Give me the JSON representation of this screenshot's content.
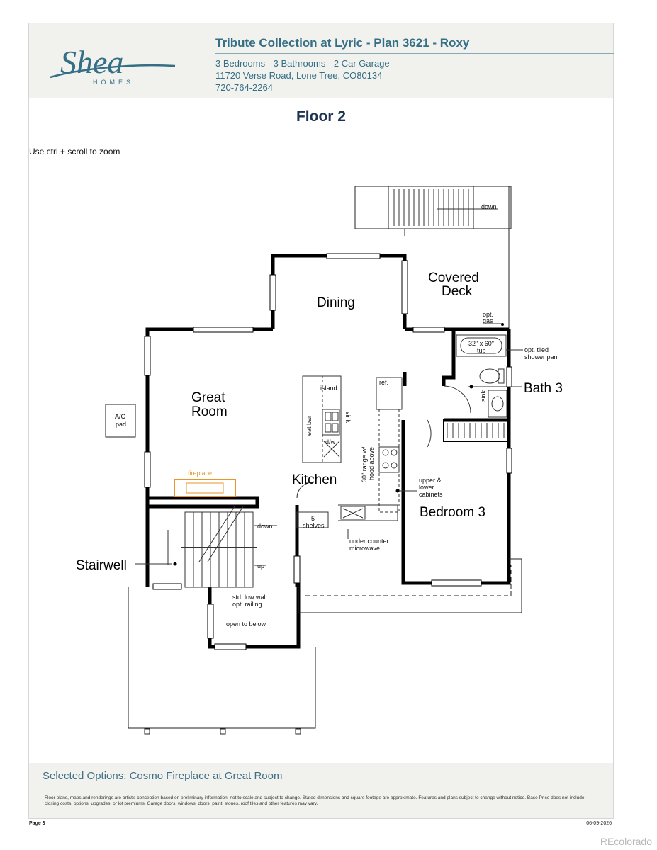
{
  "header": {
    "logo": {
      "word": "Shea",
      "sub": "HOMES"
    },
    "title": "Tribute Collection at Lyric - Plan 3621 - Roxy",
    "specs": "3 Bedrooms - 3 Bathrooms - 2 Car Garage",
    "address": "11720 Verse Road, Lone Tree, CO80134",
    "phone": "720-764-2264"
  },
  "floor_title": "Floor 2",
  "zoom_hint": "Use ctrl + scroll to zoom",
  "plan": {
    "rooms": {
      "dining": "Dining",
      "covered_deck_1": "Covered",
      "covered_deck_2": "Deck",
      "great_room_1": "Great",
      "great_room_2": "Room",
      "kitchen": "Kitchen",
      "bath3": "Bath 3",
      "bedroom3": "Bedroom 3",
      "stairwell": "Stairwell"
    },
    "labels": {
      "down_deck": "down",
      "opt_gas_1": "opt.",
      "opt_gas_2": "gas",
      "tub_1": "32\" x 60\"",
      "tub_2": "tub",
      "shower_pan_1": "opt. tiled",
      "shower_pan_2": "shower pan",
      "ac_pad_1": "A/C",
      "ac_pad_2": "pad",
      "island": "island",
      "eat_bar": "eat bar",
      "sink_island": "sink",
      "dw": "d/w",
      "ref": "ref.",
      "range_1": "30\" range w/",
      "range_2": "hood above",
      "sink_bath": "sink",
      "upper_cab_1": "upper &",
      "upper_cab_2": "lower",
      "upper_cab_3": "cabinets",
      "fireplace": "fireplace",
      "shelves_1": "5",
      "shelves_2": "shelves",
      "microwave_1": "under counter",
      "microwave_2": "microwave",
      "stair_down": "down",
      "stair_up": "up",
      "low_wall_1": "std. low wall",
      "low_wall_2": "opt. railing",
      "open_below": "open to below"
    }
  },
  "footer": {
    "selected_options": "Selected Options: Cosmo Fireplace at Great Room",
    "disclaimer": "Floor plans, maps and renderings are artist's conception based on preliminary information, not to scale and subject to change. Stated dimensions and square footage are approximate. Features and plans subject to change without notice. Base Price does not include closing costs, options, upgrades, or lot premiums. Garage doors, windows, doors, paint, stones, roof tiles and other features may vary.",
    "page": "Page 3",
    "date": "06-09-2026"
  },
  "watermark": "REcolorado",
  "colors": {
    "brand_teal": "#356f86",
    "title_navy": "#1e3350",
    "fireplace_orange": "#e8962a",
    "wall": "#000000"
  }
}
